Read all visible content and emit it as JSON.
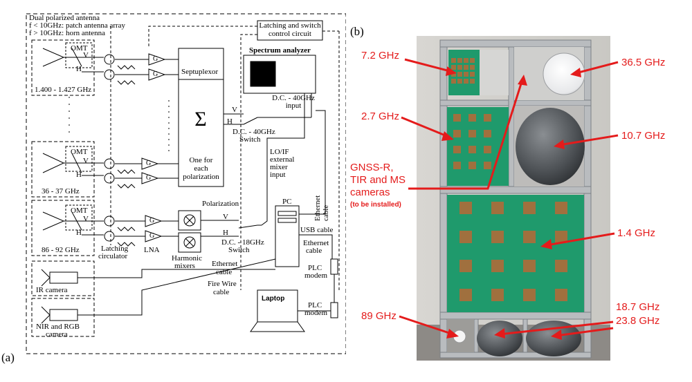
{
  "panel_a": {
    "label": "(a)",
    "header": [
      "Dual polarized antenna",
      "f < 10GHz: patch antenna array",
      "f > 10GHz: horn antenna"
    ],
    "latching_ctrl": [
      "Latching and switch",
      "control circuit"
    ],
    "spectrum_analyzer": "Spectrum analyzer",
    "sa_input": [
      "D.C. - 40GHz",
      "input"
    ],
    "septuplexor": "Septuplexor",
    "sigma": "Σ",
    "one_for_each": [
      "One for",
      "each",
      "polarization"
    ],
    "switch_40": [
      "D.C. - 40GHz",
      "Switch"
    ],
    "switch_18": [
      "D.C. - 18GHz",
      "Switch"
    ],
    "lo_if": [
      "LO/IF",
      "external",
      "mixer",
      "input"
    ],
    "polarization": "Polarization",
    "pc": "PC",
    "ethernet_cable": [
      "Ethernet",
      "cable"
    ],
    "usb_cable": "USB cable",
    "plc_modem": [
      "PLC",
      "modem"
    ],
    "fire_wire": [
      "Fire Wire",
      "cable"
    ],
    "laptop": "Laptop",
    "omt": "OMT",
    "v": "V",
    "h": "H",
    "g": "G",
    "band_1": "1.400 - 1.427 GHz",
    "band_2": "36 - 37 GHz",
    "band_3": "86 - 92 GHz",
    "latching_circulator": [
      "Latching",
      "circulator"
    ],
    "lna": "LNA",
    "harmonic_mixers": [
      "Harmonic",
      "mixers"
    ],
    "ir_camera": "IR camera",
    "nir_camera": [
      "NIR and RGB",
      "camera"
    ]
  },
  "panel_b": {
    "label": "(b)",
    "labels": {
      "f72": "7.2 GHz",
      "f365": "36.5 GHz",
      "f27": "2.7 GHz",
      "f107": "10.7 GHz",
      "gnss": [
        "GNSS-R,",
        "TIR and MS",
        "cameras"
      ],
      "to_be_installed": "(to be installed)",
      "f14": "1.4 GHz",
      "f89": "89 GHz",
      "f187": "18.7 GHz",
      "f238": "23.8 GHz"
    },
    "colors": {
      "label_red": "#e41b1b",
      "pcb_green": "#1f9a6c",
      "patch_copper": "#a0703e",
      "frame": "#b9bcbf"
    }
  }
}
